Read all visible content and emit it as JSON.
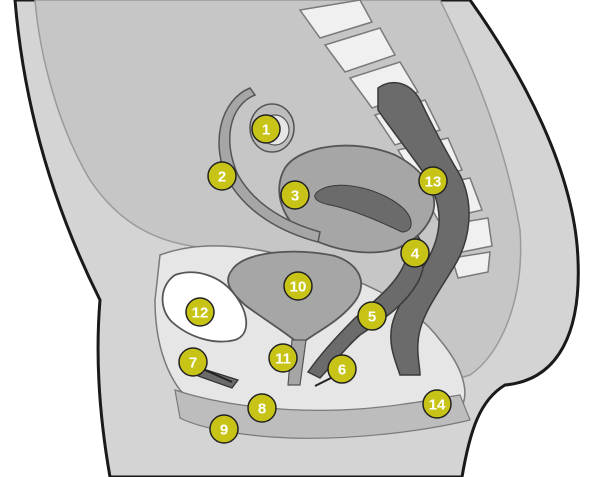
{
  "colors": {
    "background": "#ffffff",
    "body_outline": "#1a1a1a",
    "skin": "#d4d4d4",
    "cavity": "#c6c6c6",
    "organ_light": "#e6e6e6",
    "organ_mid": "#a6a6a6",
    "organ_dark": "#6b6b6b",
    "bone": "#f0f0f0",
    "marker_fill": "#c8c417",
    "marker_text": "#ffffff"
  },
  "markers": [
    {
      "label": "1",
      "name": "marker-1"
    },
    {
      "label": "2",
      "name": "marker-2"
    },
    {
      "label": "3",
      "name": "marker-3"
    },
    {
      "label": "4",
      "name": "marker-4"
    },
    {
      "label": "5",
      "name": "marker-5"
    },
    {
      "label": "6",
      "name": "marker-6"
    },
    {
      "label": "7",
      "name": "marker-7"
    },
    {
      "label": "8",
      "name": "marker-8"
    },
    {
      "label": "9",
      "name": "marker-9"
    },
    {
      "label": "10",
      "name": "marker-10"
    },
    {
      "label": "11",
      "name": "marker-11"
    },
    {
      "label": "12",
      "name": "marker-12"
    },
    {
      "label": "13",
      "name": "marker-13"
    },
    {
      "label": "14",
      "name": "marker-14"
    }
  ]
}
